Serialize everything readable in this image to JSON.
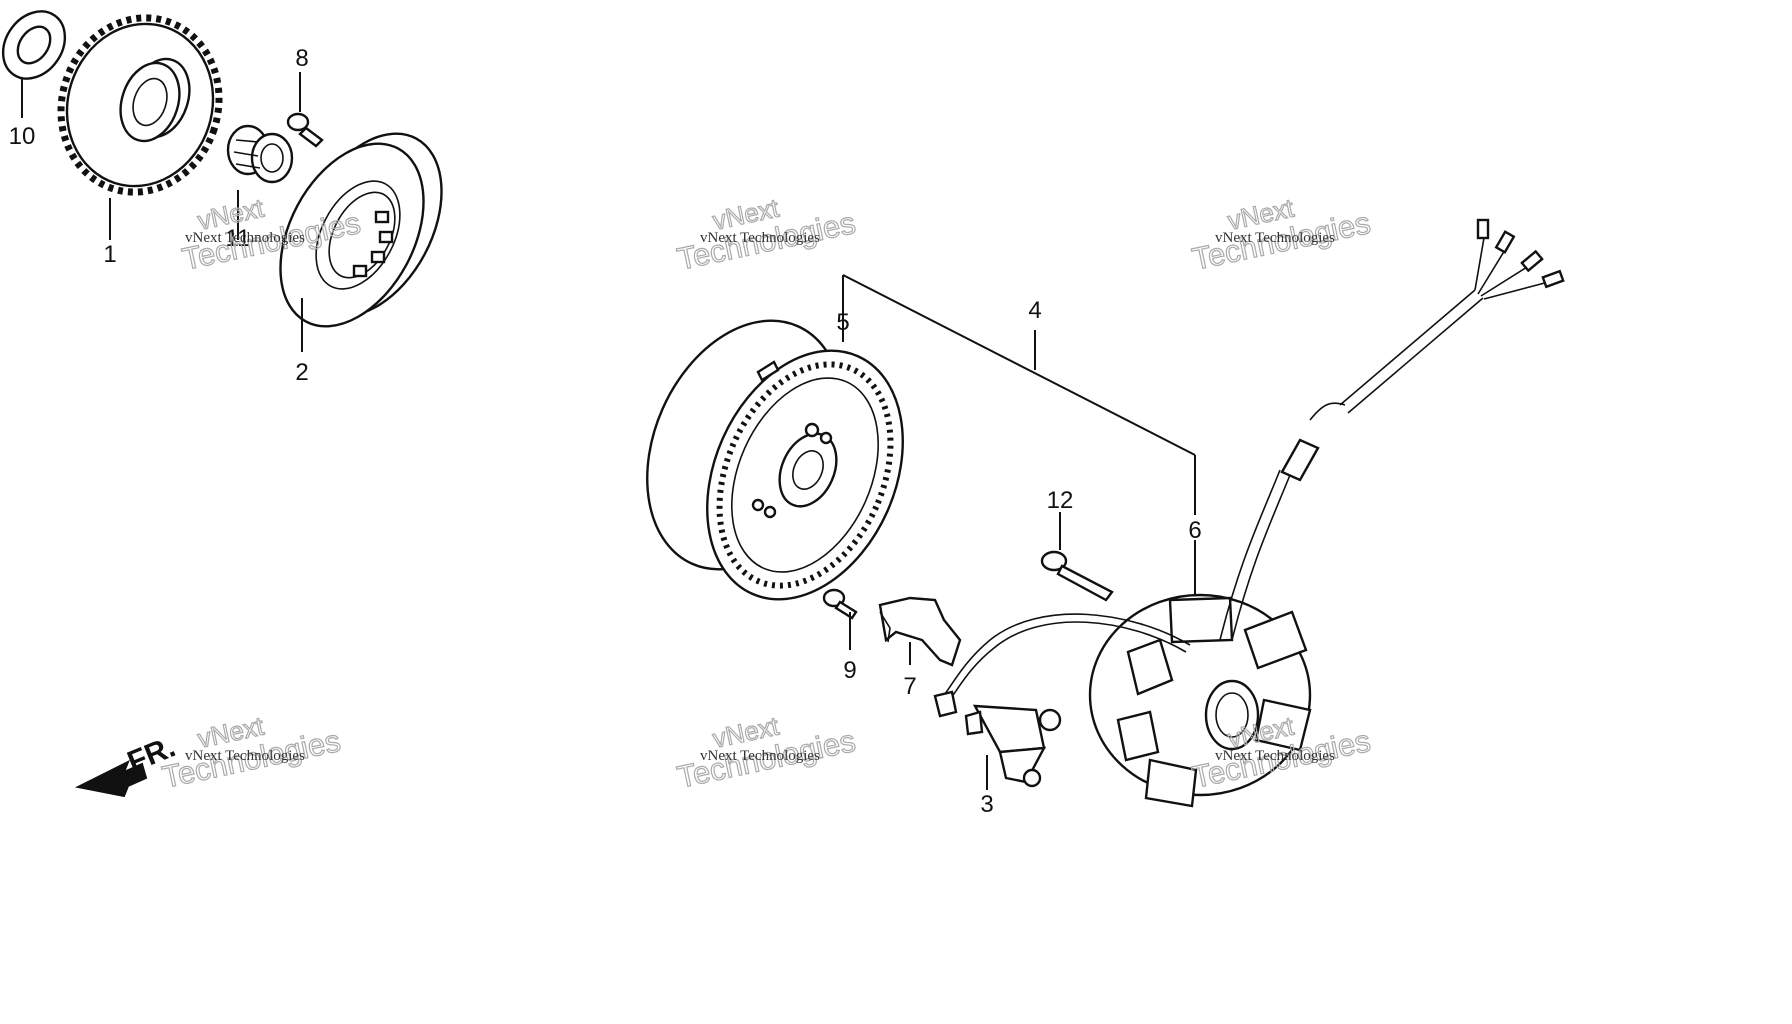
{
  "diagram": {
    "labels": {
      "p1": "1",
      "p2": "2",
      "p3": "3",
      "p4": "4",
      "p5": "5",
      "p6": "6",
      "p7": "7",
      "p8": "8",
      "p9": "9",
      "p10": "10",
      "p11": "11",
      "p12": "12"
    },
    "front_arrow": "FR.",
    "watermark": {
      "brand": "vNext Technologies",
      "line1": "vNext",
      "line2": "Technologies"
    }
  }
}
